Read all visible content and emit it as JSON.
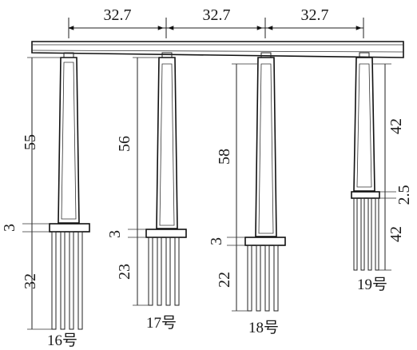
{
  "span_labels": [
    "32.7",
    "32.7",
    "32.7"
  ],
  "piers": [
    {
      "id": "16号",
      "column_height": "55",
      "cap_height": "3",
      "pile_length": "32"
    },
    {
      "id": "17号",
      "column_height": "56",
      "cap_height": "3",
      "pile_length": "23"
    },
    {
      "id": "18号",
      "column_height": "58",
      "cap_height": "3",
      "pile_length": "22"
    },
    {
      "id": "19号",
      "column_height": "42",
      "cap_height": "2.5",
      "pile_length": "42"
    }
  ]
}
